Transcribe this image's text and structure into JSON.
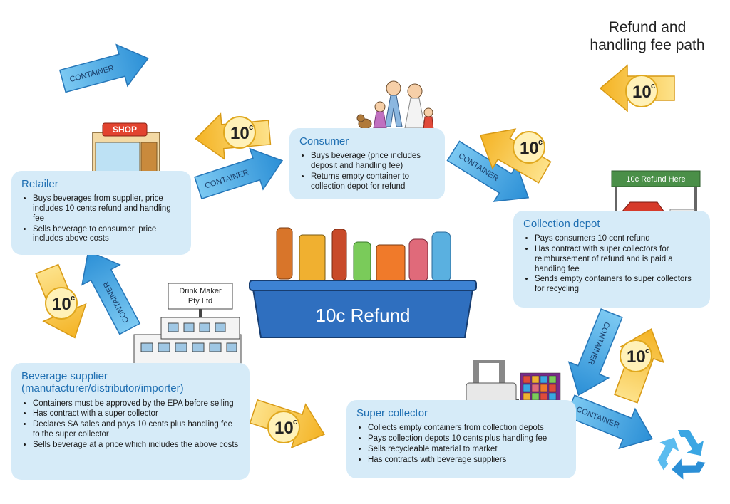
{
  "legend": {
    "line1": "Refund and",
    "line2": "handling fee path"
  },
  "arrow_label": "CONTAINER",
  "coin": {
    "amount": "10",
    "unit": "c"
  },
  "bin_label": "10c Refund",
  "shop_sign": "SHOP",
  "factory_sign": {
    "line1": "Drink Maker",
    "line2": "Pty Ltd"
  },
  "depot_sign": "10c Refund Here",
  "retailer": {
    "title": "Retailer",
    "bullets": [
      "Buys beverages from supplier, price includes 10 cents refund and handling fee",
      "Sells beverage to consumer, price includes above costs"
    ]
  },
  "consumer": {
    "title": "Consumer",
    "bullets": [
      "Buys beverage (price includes deposit and handling fee)",
      "Returns empty container to collection depot for refund"
    ]
  },
  "collection_depot": {
    "title": "Collection depot",
    "bullets": [
      "Pays consumers 10 cent refund",
      "Has contract with super collectors for reimbursement of refund and is paid a handling fee",
      "Sends empty containers to super collectors for recycling"
    ]
  },
  "beverage_supplier": {
    "title_line1": "Beverage supplier",
    "title_line2": "(manufacturer/distributor/importer)",
    "bullets": [
      "Containers must be approved by the EPA before selling",
      "Has contract with a super collector",
      "Declares SA sales and pays 10 cents plus handling fee to the super collector",
      "Sells beverage at a price which includes the above costs"
    ]
  },
  "super_collector": {
    "title": "Super collector",
    "bullets": [
      "Collects empty containers from collection depots",
      "Pays collection depots 10 cents plus handling fee",
      "Sells recycleable material to market",
      "Has contracts with beverage suppliers"
    ]
  },
  "colors": {
    "box_bg": "#d6ebf8",
    "title_blue": "#1f6fb2",
    "container_arrow": "#3aa6e3",
    "refund_arrow": "#f7c23e",
    "bin_blue": "#2f6fbf",
    "recycle_blue": "#3aa6e3"
  }
}
